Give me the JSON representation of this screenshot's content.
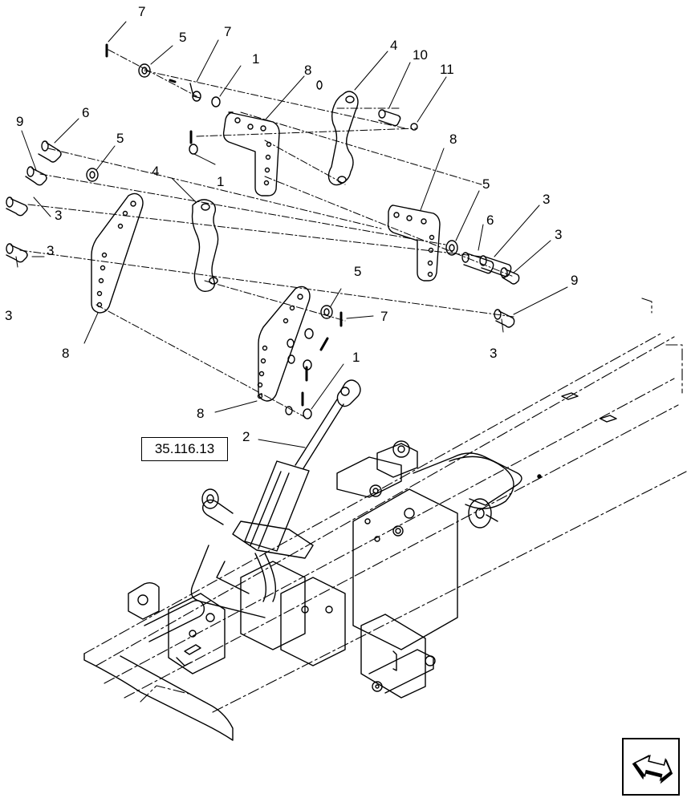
{
  "reference_box": {
    "label": "35.116.13"
  },
  "callouts": {
    "c7a": "7",
    "c5a": "5",
    "c7b": "7",
    "c1a": "1",
    "c4a": "4",
    "c10": "10",
    "c11": "11",
    "c8a": "8",
    "c9a": "9",
    "c6a": "6",
    "c5b": "5",
    "c1b": "1",
    "c4b": "4",
    "c8b": "8",
    "c5c": "5",
    "c3a": "3",
    "c6b": "6",
    "c3b": "3",
    "c3c": "3",
    "c3d": "3",
    "c3e": "3",
    "c9b": "9",
    "c5d": "5",
    "c7c": "7",
    "c3f": "3",
    "c8c": "8",
    "c1c": "1",
    "c8d": "8",
    "c2": "2"
  },
  "nav": {
    "icon": "next-page-arrow-icon"
  }
}
